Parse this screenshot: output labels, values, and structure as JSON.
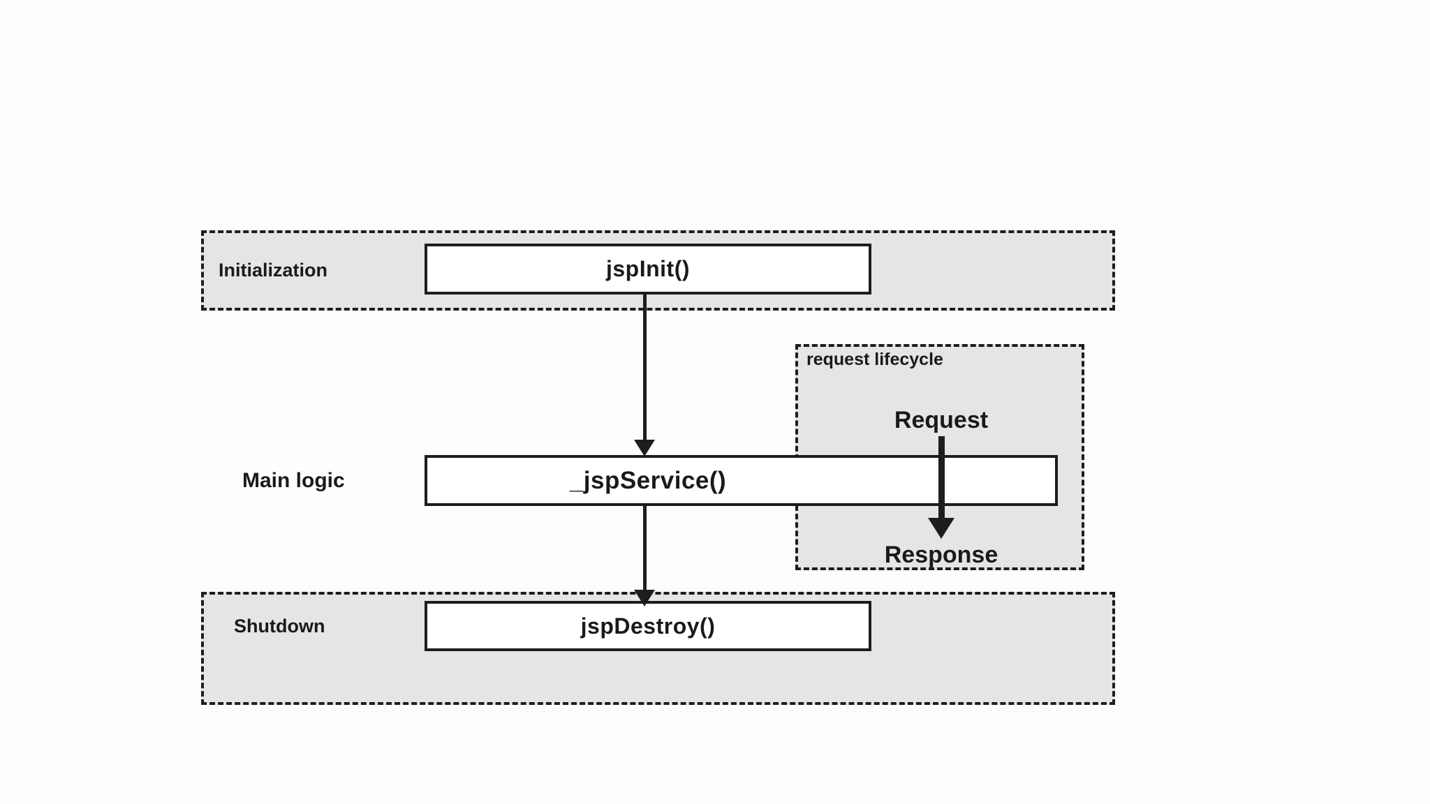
{
  "diagram": {
    "sections": [
      {
        "label": "Initialization",
        "method": "jspInit()"
      },
      {
        "label": "Main logic",
        "method": "_jspService()"
      },
      {
        "label": "Shutdown",
        "method": "jspDestroy()"
      }
    ],
    "request_lifecycle": {
      "title": "request lifecycle",
      "request_label": "Request",
      "response_label": "Response"
    },
    "colors": {
      "section_fill": "#e5e5e5",
      "line": "#1d1d1d",
      "method_box_fill": "#ffffff",
      "background": "#fdfdfd",
      "text": "#1a1a1a"
    }
  }
}
